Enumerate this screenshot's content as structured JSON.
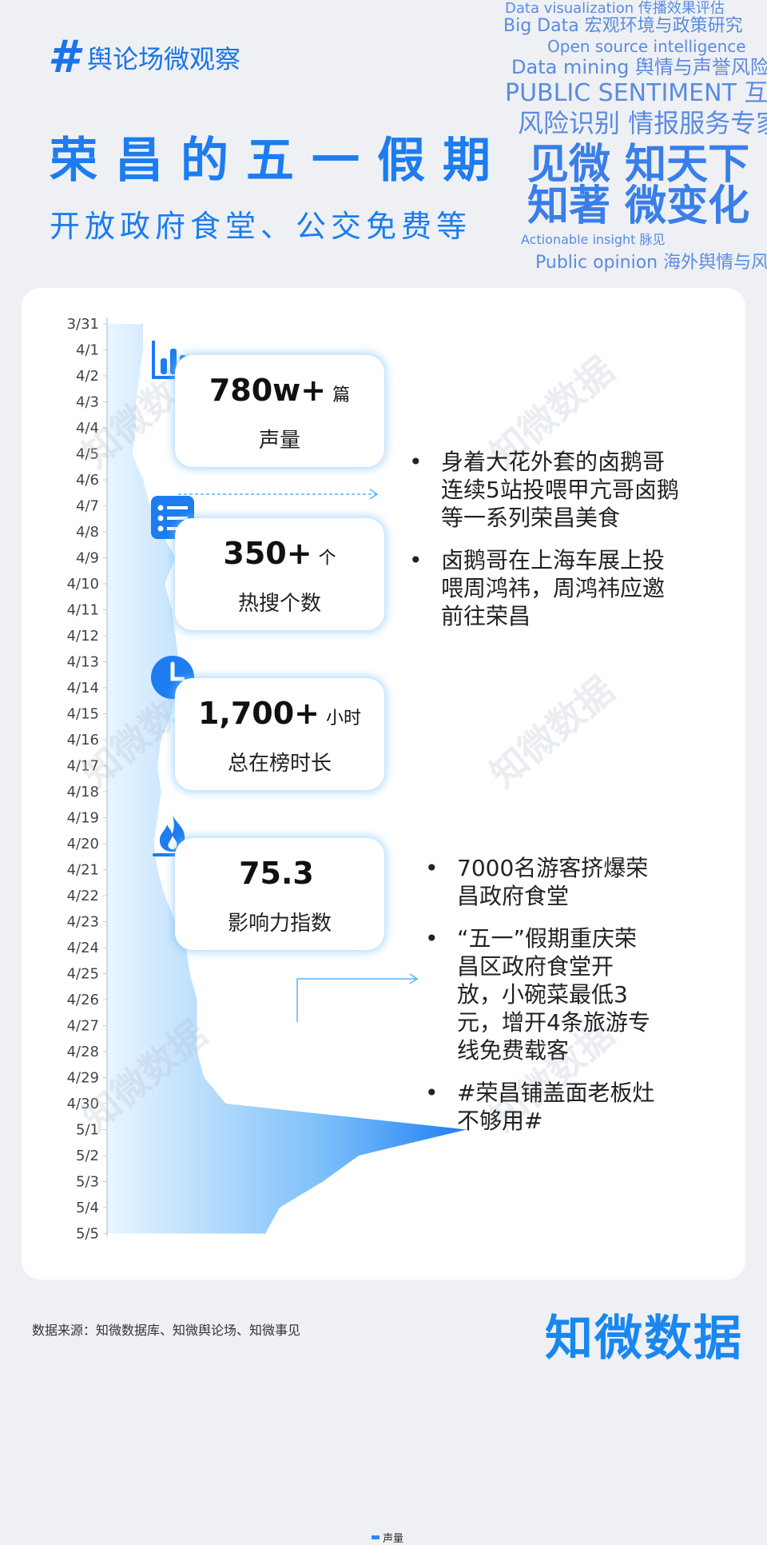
{
  "header": {
    "hashtag_symbol": "#",
    "hashtag_text": "舆论场微观察",
    "title": "荣昌的五一假期",
    "subtitle": "开放政府食堂、公交免费等"
  },
  "word_cloud": [
    {
      "text": "Data visualization 传播效果评估",
      "s": 18
    },
    {
      "text": "Big Data 宏观环境与政策研究",
      "s": 22
    },
    {
      "text": "Open source intelligence",
      "s": 20
    },
    {
      "text": "Data mining 舆情与声誉风险管理",
      "s": 24
    },
    {
      "text": "PUBLIC SENTIMENT 互联网大数据",
      "s": 30
    },
    {
      "text": "风险识别 情报服务专家",
      "s": 32
    },
    {
      "text": "见微 知天下",
      "s": 52
    },
    {
      "text": "知著 微变化",
      "s": 52
    },
    {
      "text": "Actionable insight 脉见",
      "s": 16
    },
    {
      "text": "Public opinion 海外舆情与风险监测",
      "s": 22
    }
  ],
  "stats": [
    {
      "value": "780w+",
      "unit": "篇",
      "label": "声量",
      "icon": "bar-chart-icon"
    },
    {
      "value": "350+",
      "unit": "个",
      "label": "热搜个数",
      "icon": "list-icon"
    },
    {
      "value": "1,700+",
      "unit": "小时",
      "label": "总在榜时长",
      "icon": "clock-icon"
    },
    {
      "value": "75.3",
      "unit": "",
      "label": "影响力指数",
      "icon": "fire-icon"
    }
  ],
  "annotations": {
    "group1": [
      "身着大花外套的卤鹅哥连续5站投喂甲亢哥卤鹅等一系列荣昌美食",
      "卤鹅哥在上海车展上投喂周鸿祎，周鸿祎应邀前往荣昌"
    ],
    "group2": [
      "7000名游客挤爆荣昌政府食堂",
      "“五一”假期重庆荣昌区政府食堂开放，小碗菜最低3元，增开4条旅游专线免费载客",
      "#荣昌铺盖面老板灶不够用#"
    ]
  },
  "watermark": "知微数据",
  "footer": {
    "source": "数据来源：知微数据库、知微舆论场、知微事见",
    "brand": "知微数据"
  },
  "colors": {
    "accent": "#1c7cf0",
    "area_light": "#e6f3ff",
    "area_dark": "#1e7ef2"
  },
  "chart_data": {
    "type": "area",
    "orientation": "horizontal",
    "categories": [
      "3/31",
      "4/1",
      "4/2",
      "4/3",
      "4/4",
      "4/5",
      "4/6",
      "4/7",
      "4/8",
      "4/9",
      "4/10",
      "4/11",
      "4/12",
      "4/13",
      "4/14",
      "4/15",
      "4/16",
      "4/17",
      "4/18",
      "4/19",
      "4/20",
      "4/21",
      "4/22",
      "4/23",
      "4/24",
      "4/25",
      "4/26",
      "4/27",
      "4/28",
      "4/29",
      "4/30",
      "5/1",
      "5/2",
      "5/3",
      "5/4",
      "5/5"
    ],
    "series": [
      {
        "name": "声量",
        "values": [
          10,
          10,
          9,
          8,
          8,
          7,
          10,
          12,
          15,
          19,
          16,
          18,
          19,
          20,
          19,
          18,
          15,
          14,
          15,
          14,
          13,
          14,
          16,
          19,
          22,
          23,
          25,
          25,
          25,
          27,
          33,
          100,
          70,
          60,
          48,
          44
        ]
      }
    ],
    "legend": "bottom"
  }
}
